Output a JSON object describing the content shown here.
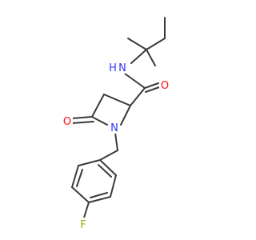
{
  "atoms": {
    "n_amide": "N",
    "h_amide": "H",
    "o_amide": "O",
    "o_lactam": "O",
    "n_ring": "N",
    "f": "F"
  },
  "colors": {
    "bond": "#3a3a3a",
    "nitrogen": "#3333ff",
    "oxygen": "#ff0d0d",
    "fluorine": "#85b800"
  }
}
